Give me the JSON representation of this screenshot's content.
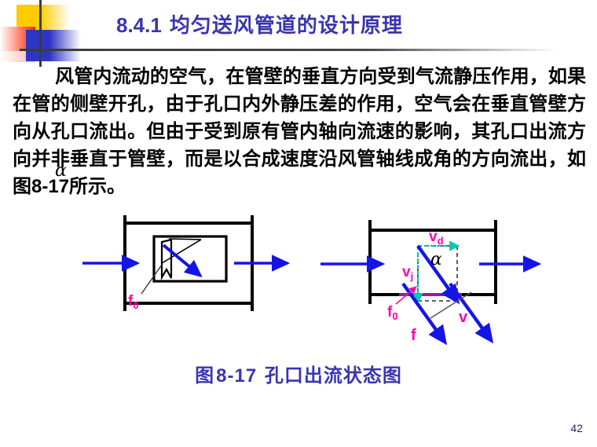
{
  "slide": {
    "title_number": "8.4.1",
    "title_text": "均匀送风管道的设计原理",
    "page_number": "42",
    "title_color": "#3A35B0",
    "accent_colors": {
      "yellow": "#FFCC00",
      "red": "#FF2200",
      "blue": "#2E35C4",
      "rule": "#3B3B3B"
    }
  },
  "body": {
    "paragraph": "风管内流动的空气，在管壁的垂直方向受到气流静压作用，如果在管的侧壁开孔，由于孔口内外静压差的作用，空气会在垂直管壁方向从孔口流出。但由于受到原有管内轴向流速的影响，其孔口出流方向并非垂直于管壁，而是以合成速度沿风管轴线成角的方向流出，如图8-17所示。",
    "stray_symbol": "α"
  },
  "figure": {
    "caption_prefix": "图",
    "caption_number": "8-17",
    "caption_text": "孔口出流状态图",
    "colors": {
      "duct": "#000000",
      "flow_arrow": "#1414E6",
      "label": "#FF00AA",
      "component": "#00C8B4",
      "dash": "#000000",
      "slot": "#A0179B"
    },
    "left_diagram": {
      "name": "orifice-perpendicular-outflow",
      "labels": [
        {
          "id": "f0",
          "text": "f",
          "sub": "0"
        }
      ]
    },
    "right_diagram": {
      "name": "orifice-resultant-velocity",
      "labels": [
        {
          "id": "vd",
          "text": "v",
          "sub": "d"
        },
        {
          "id": "vj",
          "text": "v",
          "sub": "j"
        },
        {
          "id": "f0",
          "text": "f",
          "sub": "0"
        },
        {
          "id": "f",
          "text": "f",
          "sub": ""
        },
        {
          "id": "v",
          "text": "v",
          "sub": ""
        },
        {
          "id": "alpha",
          "text": "α",
          "sub": ""
        }
      ]
    }
  }
}
